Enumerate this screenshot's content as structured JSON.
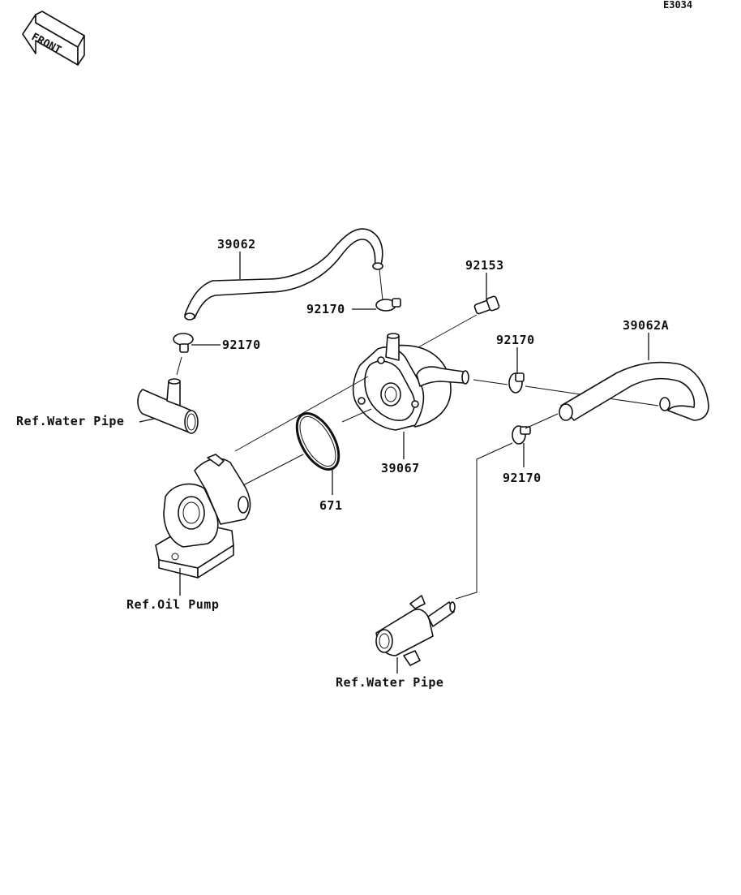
{
  "diagram_code": "E3034",
  "front_badge": "FRONT",
  "labels": {
    "hose_upper": "39062",
    "bolt": "92153",
    "clamp_upper_mid": "92170",
    "clamp_upper_left": "92170",
    "clamp_right_upper": "92170",
    "hose_right": "39062A",
    "water_pipe_upper": "Ref.Water Pipe",
    "cooler": "39067",
    "oring": "671",
    "clamp_right_lower": "92170",
    "oil_pump": "Ref.Oil Pump",
    "water_pipe_lower": "Ref.Water Pipe"
  }
}
